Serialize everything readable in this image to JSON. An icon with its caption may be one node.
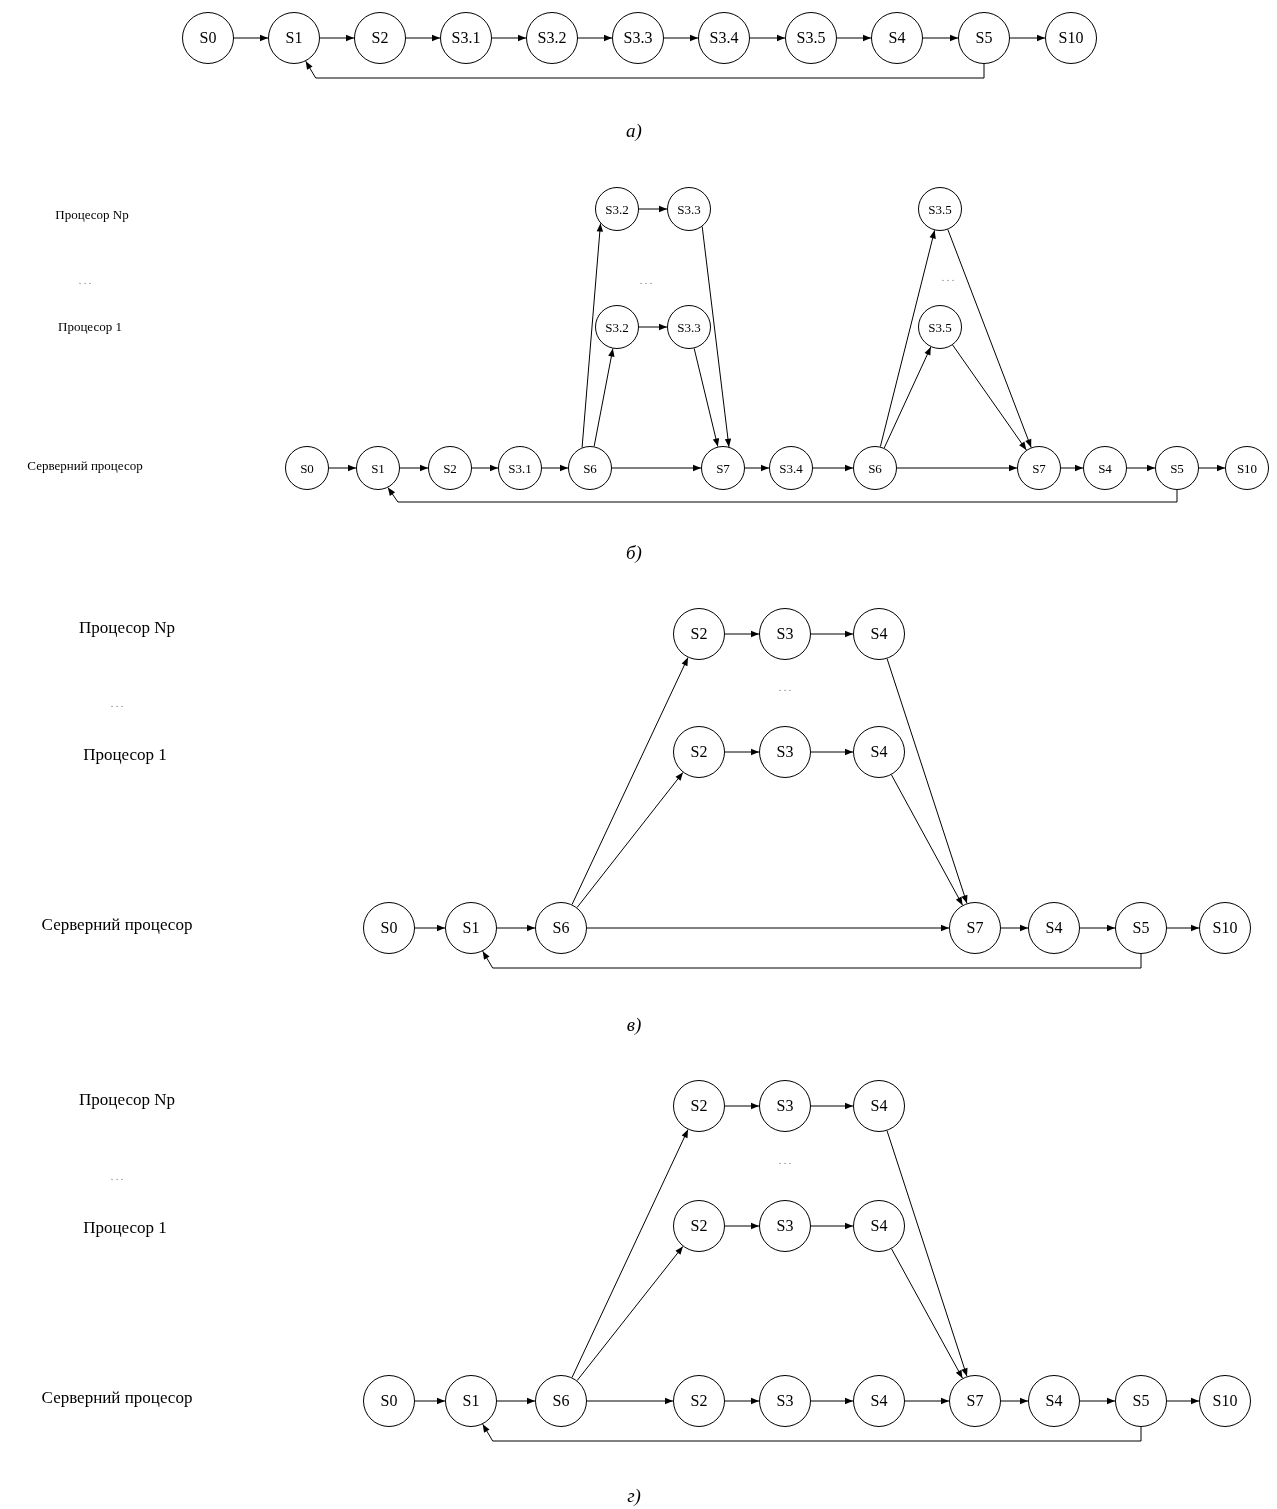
{
  "diagram": {
    "nodes": [
      {
        "text": [
          "S0"
        ]
      },
      {
        "text": [
          "S1"
        ]
      },
      {
        "text": [
          "S2"
        ]
      },
      {
        "text": [
          "S3.1"
        ]
      },
      {
        "text": [
          "S3.2"
        ]
      },
      {
        "text": [
          "S3.3"
        ]
      },
      {
        "text": [
          "S3.4"
        ]
      },
      {
        "text": [
          "S3.5"
        ]
      },
      {
        "text": [
          "S4"
        ]
      },
      {
        "text": [
          "S5"
        ]
      },
      {
        "text": [
          "S10"
        ]
      },
      {
        "text": [
          "S3.2"
        ]
      },
      {
        "text": [
          "S3.3"
        ]
      },
      {
        "text": [
          "S3.5"
        ]
      },
      {
        "text": [
          "S3.2"
        ]
      },
      {
        "text": [
          "S3.3"
        ]
      },
      {
        "text": [
          "S3.5"
        ]
      },
      {
        "text": [
          "S0"
        ]
      },
      {
        "text": [
          "S1"
        ]
      },
      {
        "text": [
          "S2"
        ]
      },
      {
        "text": [
          "S3.1"
        ]
      },
      {
        "text": [
          "S6"
        ]
      },
      {
        "text": [
          "S7"
        ]
      },
      {
        "text": [
          "S3.4"
        ]
      },
      {
        "text": [
          "S6"
        ]
      },
      {
        "text": [
          "S7"
        ]
      },
      {
        "text": [
          "S4"
        ]
      },
      {
        "text": [
          "S5"
        ]
      },
      {
        "text": [
          "S10"
        ]
      },
      {
        "text": [
          "S2"
        ]
      },
      {
        "text": [
          "S3"
        ]
      },
      {
        "text": [
          "S4"
        ]
      },
      {
        "text": [
          "S2"
        ]
      },
      {
        "text": [
          "S3"
        ]
      },
      {
        "text": [
          "S4"
        ]
      },
      {
        "text": [
          "S0"
        ]
      },
      {
        "text": [
          "S1"
        ]
      },
      {
        "text": [
          "S6"
        ]
      },
      {
        "text": [
          "S7"
        ]
      },
      {
        "text": [
          "S4"
        ]
      },
      {
        "text": [
          "S5"
        ]
      },
      {
        "text": [
          "S10"
        ]
      },
      {
        "text": [
          "S2"
        ]
      },
      {
        "text": [
          "S3"
        ]
      },
      {
        "text": [
          "S4"
        ]
      },
      {
        "text": [
          "S2"
        ]
      },
      {
        "text": [
          "S3"
        ]
      },
      {
        "text": [
          "S4"
        ]
      },
      {
        "text": [
          "S0"
        ]
      },
      {
        "text": [
          "S1"
        ]
      },
      {
        "text": [
          "S6"
        ]
      },
      {
        "text": [
          "S2"
        ]
      },
      {
        "text": [
          "S3"
        ]
      },
      {
        "text": [
          "S4"
        ]
      },
      {
        "text": [
          "S7"
        ]
      },
      {
        "text": [
          "S4"
        ]
      },
      {
        "text": [
          "S5"
        ]
      },
      {
        "text": [
          "S10"
        ]
      }
    ],
    "edges": [
      {
        "from": 0,
        "to": 1,
        "arrow": "to"
      },
      {
        "from": 1,
        "to": 2,
        "arrow": "to"
      },
      {
        "from": 2,
        "to": 3,
        "arrow": "to"
      },
      {
        "from": 3,
        "to": 4,
        "arrow": "to"
      },
      {
        "from": 4,
        "to": 5,
        "arrow": "to"
      },
      {
        "from": 5,
        "to": 6,
        "arrow": "to"
      },
      {
        "from": 6,
        "to": 7,
        "arrow": "to"
      },
      {
        "from": 7,
        "to": 8,
        "arrow": "to"
      },
      {
        "from": 8,
        "to": 9,
        "arrow": "to"
      },
      {
        "from": 9,
        "to": 10,
        "arrow": "to"
      },
      {
        "from": 9,
        "to": 1,
        "arrow": "to"
      },
      {
        "from": 17,
        "to": 18,
        "arrow": "to"
      },
      {
        "from": 18,
        "to": 19,
        "arrow": "to"
      },
      {
        "from": 19,
        "to": 20,
        "arrow": "to"
      },
      {
        "from": 20,
        "to": 21,
        "arrow": "to"
      },
      {
        "from": 21,
        "to": 11,
        "arrow": "to"
      },
      {
        "from": 21,
        "to": 14,
        "arrow": "to"
      },
      {
        "from": 11,
        "to": 12,
        "arrow": "to"
      },
      {
        "from": 14,
        "to": 15,
        "arrow": "to"
      },
      {
        "from": 12,
        "to": 22,
        "arrow": "to"
      },
      {
        "from": 15,
        "to": 22,
        "arrow": "to"
      },
      {
        "from": 21,
        "to": 22,
        "arrow": "to"
      },
      {
        "from": 22,
        "to": 23,
        "arrow": "to"
      },
      {
        "from": 23,
        "to": 24,
        "arrow": "to"
      },
      {
        "from": 24,
        "to": 13,
        "arrow": "to"
      },
      {
        "from": 24,
        "to": 16,
        "arrow": "to"
      },
      {
        "from": 13,
        "to": 25,
        "arrow": "to"
      },
      {
        "from": 16,
        "to": 25,
        "arrow": "to"
      },
      {
        "from": 24,
        "to": 25,
        "arrow": "to"
      },
      {
        "from": 25,
        "to": 26,
        "arrow": "to"
      },
      {
        "from": 26,
        "to": 27,
        "arrow": "to"
      },
      {
        "from": 27,
        "to": 28,
        "arrow": "to"
      },
      {
        "from": 27,
        "to": 18,
        "arrow": "to"
      },
      {
        "from": 35,
        "to": 36,
        "arrow": "to"
      },
      {
        "from": 36,
        "to": 37,
        "arrow": "to"
      },
      {
        "from": 37,
        "to": 29,
        "arrow": "to"
      },
      {
        "from": 37,
        "to": 32,
        "arrow": "to"
      },
      {
        "from": 29,
        "to": 30,
        "arrow": "to"
      },
      {
        "from": 30,
        "to": 31,
        "arrow": "to"
      },
      {
        "from": 32,
        "to": 33,
        "arrow": "to"
      },
      {
        "from": 33,
        "to": 34,
        "arrow": "to"
      },
      {
        "from": 31,
        "to": 38,
        "arrow": "to"
      },
      {
        "from": 34,
        "to": 38,
        "arrow": "to"
      },
      {
        "from": 37,
        "to": 38,
        "arrow": "to"
      },
      {
        "from": 38,
        "to": 39,
        "arrow": "to"
      },
      {
        "from": 39,
        "to": 40,
        "arrow": "to"
      },
      {
        "from": 40,
        "to": 41,
        "arrow": "to"
      },
      {
        "from": 40,
        "to": 36,
        "arrow": "to"
      },
      {
        "from": 48,
        "to": 49,
        "arrow": "to"
      },
      {
        "from": 49,
        "to": 50,
        "arrow": "to"
      },
      {
        "from": 50,
        "to": 42,
        "arrow": "to"
      },
      {
        "from": 50,
        "to": 45,
        "arrow": "to"
      },
      {
        "from": 50,
        "to": 51,
        "arrow": "to"
      },
      {
        "from": 42,
        "to": 43,
        "arrow": "to"
      },
      {
        "from": 43,
        "to": 44,
        "arrow": "to"
      },
      {
        "from": 45,
        "to": 46,
        "arrow": "to"
      },
      {
        "from": 46,
        "to": 47,
        "arrow": "to"
      },
      {
        "from": 51,
        "to": 52,
        "arrow": "to"
      },
      {
        "from": 52,
        "to": 53,
        "arrow": "to"
      },
      {
        "from": 44,
        "to": 54,
        "arrow": "to"
      },
      {
        "from": 47,
        "to": 54,
        "arrow": "to"
      },
      {
        "from": 53,
        "to": 54,
        "arrow": "to"
      },
      {
        "from": 54,
        "to": 55,
        "arrow": "to"
      },
      {
        "from": 55,
        "to": 56,
        "arrow": "to"
      },
      {
        "from": 56,
        "to": 57,
        "arrow": "to"
      },
      {
        "from": 56,
        "to": 49,
        "arrow": "to"
      }
    ],
    "labels": [
      "а)",
      "Процесор Np",
      ". . .",
      ". . .",
      ". . .",
      "Процесор 1",
      "Серверний процесор",
      "б)",
      "Процесор Np",
      ". . .",
      ". . .",
      "Процесор 1",
      "Серверний процесор",
      "в)",
      "Процесор Np",
      ". . .",
      ". . .",
      "Процесор 1",
      "Серверний процесор",
      "г)"
    ]
  }
}
